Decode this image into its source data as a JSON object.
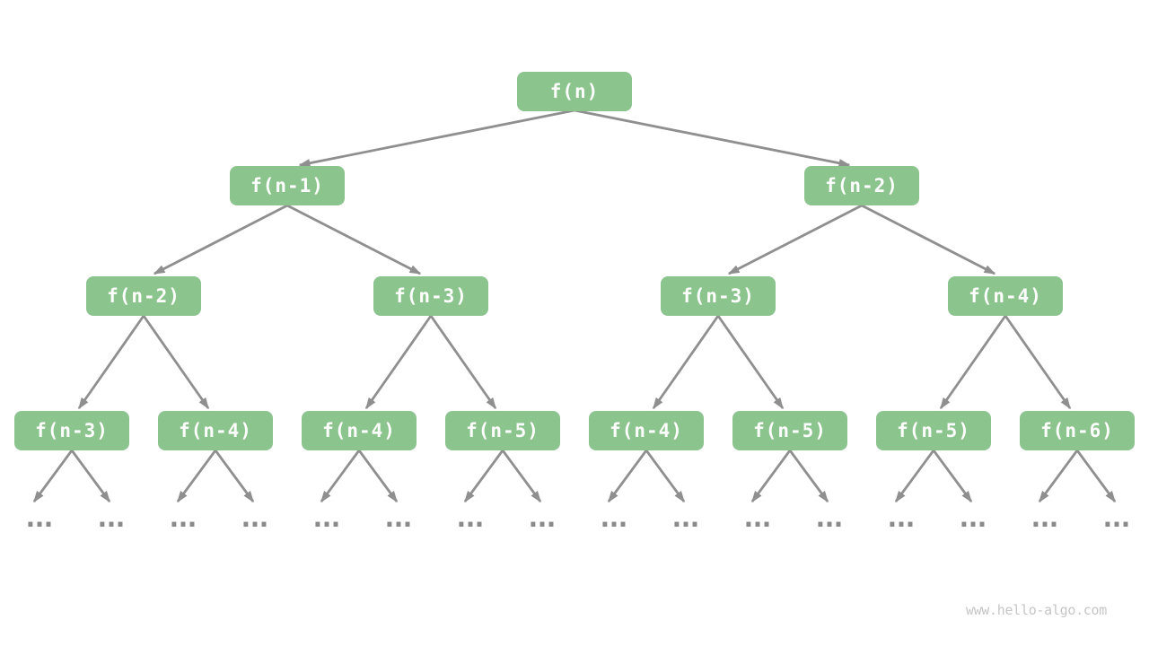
{
  "colors": {
    "background": "#ffffff",
    "node_fill": "#8cc48e",
    "node_text": "#ffffff",
    "arrow": "#8f8f8f",
    "ellipsis": "#8a8a8a",
    "watermark": "#c6c6c6"
  },
  "watermark": {
    "text": "www.hello-algo.com"
  },
  "tree": {
    "type": "recursion-tree",
    "nodes": [
      {
        "label": "f(n)"
      },
      {
        "label": "f(n-1)"
      },
      {
        "label": "f(n-2)"
      },
      {
        "label": "f(n-2)"
      },
      {
        "label": "f(n-3)"
      },
      {
        "label": "f(n-3)"
      },
      {
        "label": "f(n-4)"
      },
      {
        "label": "f(n-3)"
      },
      {
        "label": "f(n-4)"
      },
      {
        "label": "f(n-4)"
      },
      {
        "label": "f(n-5)"
      },
      {
        "label": "f(n-4)"
      },
      {
        "label": "f(n-5)"
      },
      {
        "label": "f(n-5)"
      },
      {
        "label": "f(n-6)"
      }
    ],
    "ellipses": [
      "...",
      "...",
      "...",
      "...",
      "...",
      "...",
      "...",
      "...",
      "...",
      "...",
      "...",
      "...",
      "...",
      "...",
      "...",
      "..."
    ]
  }
}
